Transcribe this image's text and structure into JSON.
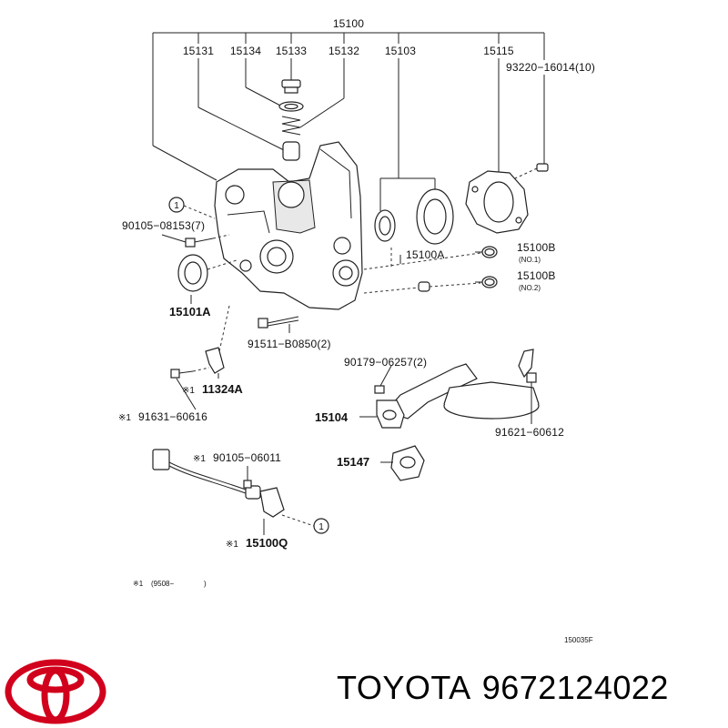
{
  "diagram": {
    "labels": {
      "main": "15100",
      "p15131": "15131",
      "p15134": "15134",
      "p15133": "15133",
      "p15132": "15132",
      "p15103": "15103",
      "p15115": "15115",
      "p93220": "93220−16014(10)",
      "p90105_08153": "90105−08153(7)",
      "p15101A": "15101A",
      "p15100A": "15100A",
      "p15100B_1": "15100B",
      "no1": "(NO.1)",
      "p15100B_2": "15100B",
      "no2": "(NO.2)",
      "p91511": "91511−B0850(2)",
      "p90179": "90179−06257(2)",
      "p11324A": "11324A",
      "p11324A_mark": "※1",
      "p91631": "91631−60616",
      "p91631_mark": "※1",
      "p15104": "15104",
      "p91621": "91621−60612",
      "p15147": "15147",
      "p90105_06011": "90105−06011",
      "p90105_06011_mark": "※1",
      "p15100Q": "15100Q",
      "p15100Q_mark": "※1",
      "callout_1a": "1",
      "callout_1b": "1",
      "footnote_mark": "※1",
      "footnote_text": "(9508−",
      "footnote_close": ")",
      "diagram_code": "150035F"
    }
  },
  "brand": {
    "name": "TOYOTA",
    "part_number": "9672124022",
    "logo": "toyota-emblem",
    "logo_color": "#d1001c"
  }
}
